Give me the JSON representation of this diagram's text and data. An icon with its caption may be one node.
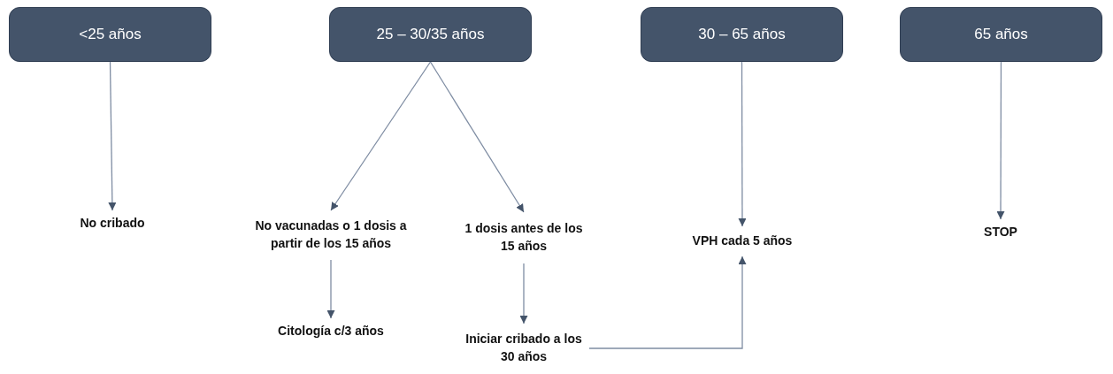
{
  "diagram": {
    "nodes": [
      {
        "text": [
          "<25 años"
        ]
      },
      {
        "text": [
          "25 – 30/35 años"
        ]
      },
      {
        "text": [
          "30 – 65 años"
        ]
      },
      {
        "text": [
          "65 años"
        ]
      },
      {
        "text": [
          "No cribado"
        ]
      },
      {
        "text": [
          "No vacunadas o 1 dosis a partir de los 15 años"
        ]
      },
      {
        "text": [
          "1 dosis antes de los 15 años"
        ]
      },
      {
        "text": [
          "Citología c/3 años"
        ]
      },
      {
        "text": [
          "Iniciar cribado a los 30 años"
        ]
      },
      {
        "text": [
          "VPH cada 5 años"
        ]
      },
      {
        "text": [
          "STOP"
        ]
      }
    ],
    "edges": [
      {
        "from": 0,
        "to": 4,
        "arrow": "to"
      },
      {
        "from": 1,
        "to": 5,
        "arrow": "to"
      },
      {
        "from": 1,
        "to": 6,
        "arrow": "to"
      },
      {
        "from": 5,
        "to": 7,
        "arrow": "to"
      },
      {
        "from": 6,
        "to": 8,
        "arrow": "to"
      },
      {
        "from": 2,
        "to": 9,
        "arrow": "to"
      },
      {
        "from": 8,
        "to": 9,
        "arrow": "to"
      },
      {
        "from": 3,
        "to": 10,
        "arrow": "to"
      }
    ]
  }
}
